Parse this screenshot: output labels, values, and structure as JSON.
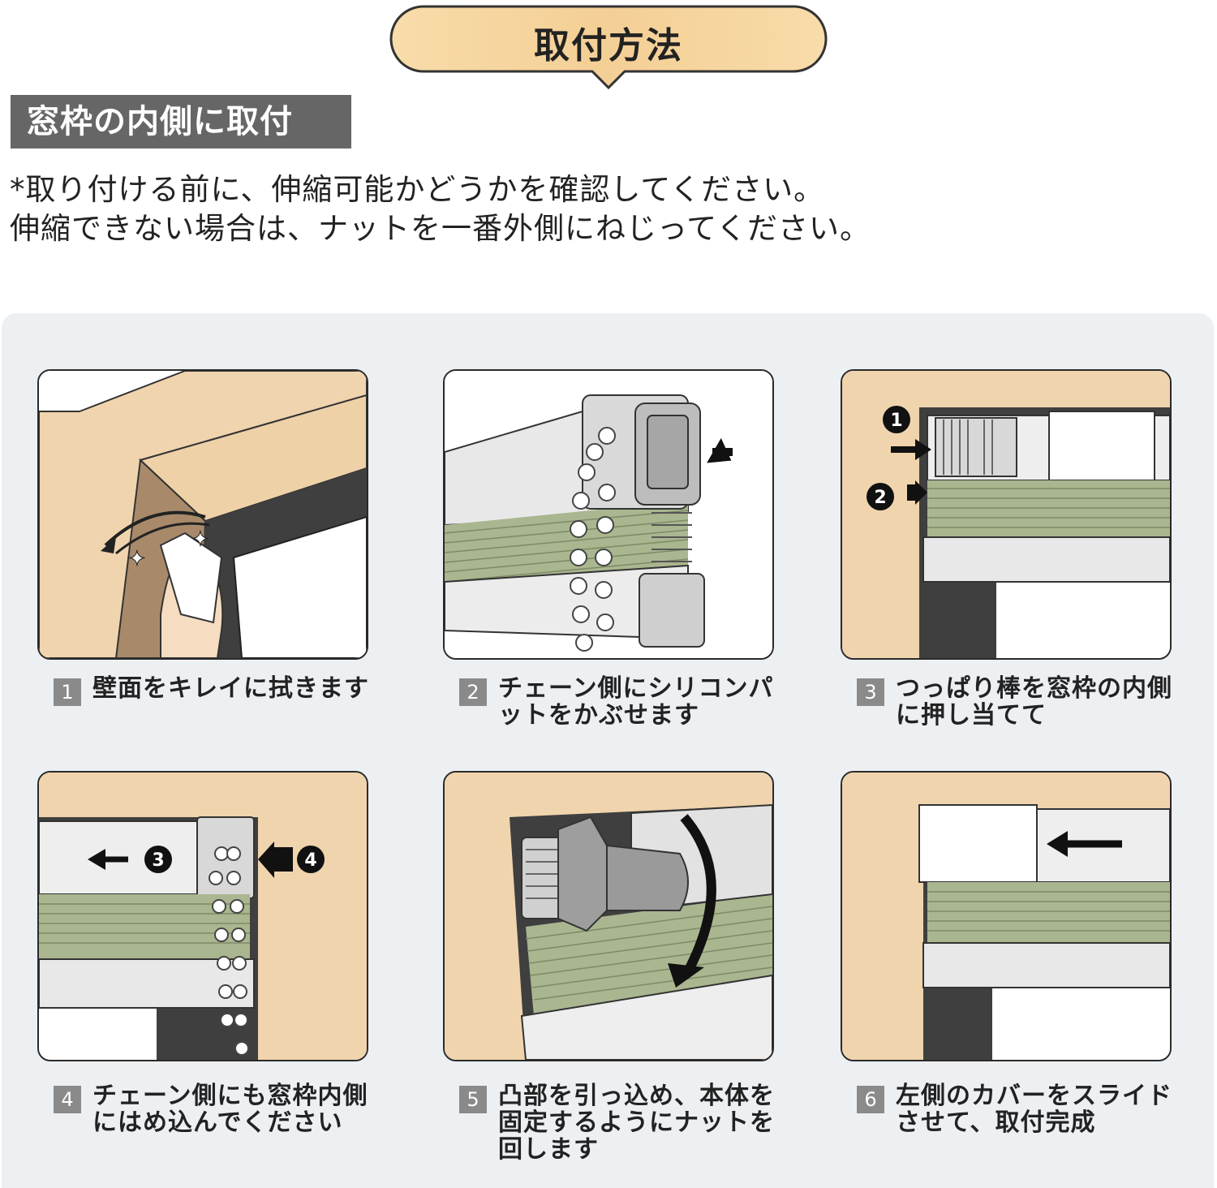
{
  "header": {
    "title": "取付方法"
  },
  "section": {
    "label": "窓枠の内側に取付"
  },
  "note": {
    "line1": "*取り付ける前に、伸縮可能かどうかを確認してください。",
    "line2": "伸縮できない場合は、ナットを一番外側にねじってください。"
  },
  "steps": [
    {
      "number": "1",
      "text": "壁面をキレイに拭きます"
    },
    {
      "number": "2",
      "text": "チェーン側にシリコンパットをかぶせます"
    },
    {
      "number": "3",
      "text": "つっぱり棒を窓枠の内側に押し当てて",
      "markers": [
        "❶",
        "❷"
      ]
    },
    {
      "number": "4",
      "text": "チェーン側にも窓枠内側にはめ込んでください",
      "markers": [
        "❸",
        "❹"
      ]
    },
    {
      "number": "5",
      "text": "凸部を引っ込め、本体を固定するようにナットを回します"
    },
    {
      "number": "6",
      "text": "左側のカバーをスライドさせて、取付完成"
    }
  ],
  "colors": {
    "wall": "#f0d4ad",
    "frame_shadow": "#a88a6a",
    "fabric": "#a9b68f",
    "panel_bg": "#edf0f3",
    "label_bg": "#666666",
    "bubble": "#f6d49e"
  }
}
